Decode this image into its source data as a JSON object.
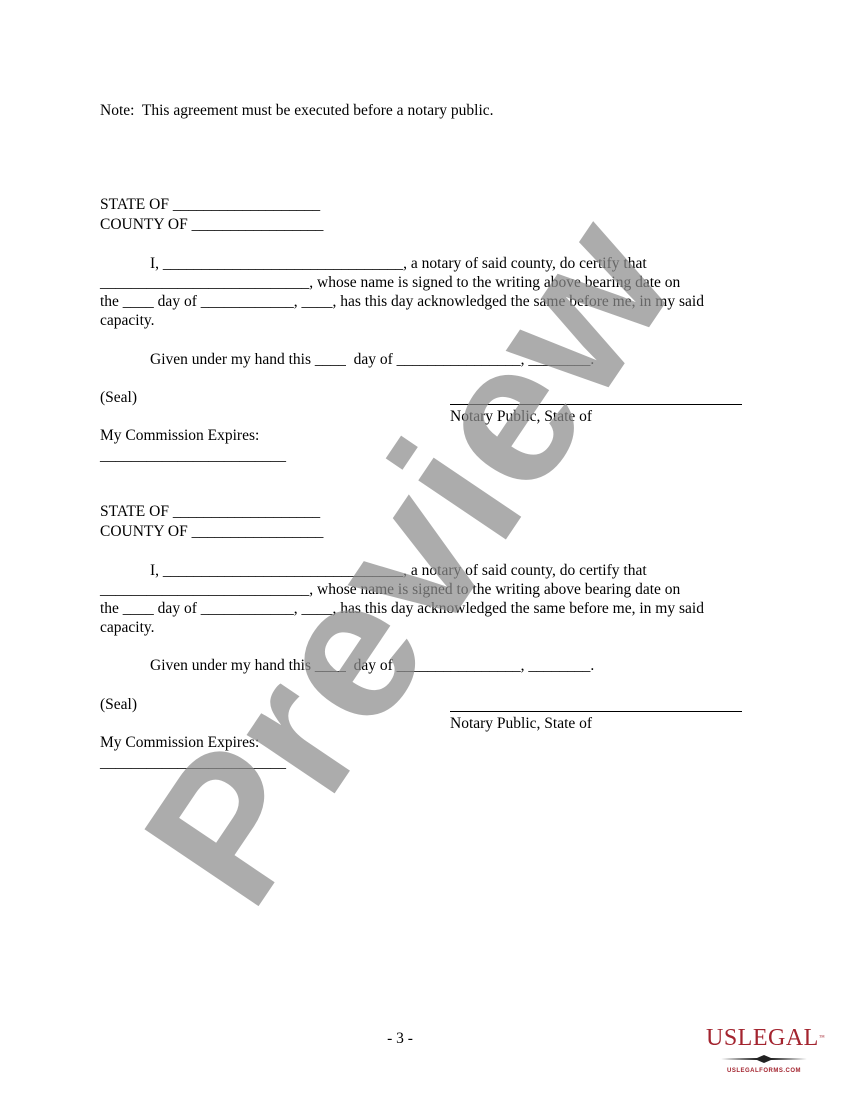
{
  "note": "Note:  This agreement must be executed before a notary public.",
  "blocks": [
    {
      "state": "STATE OF ___________________",
      "county": "COUNTY OF _________________",
      "line1": "I, _______________________________, a notary of said county, do certify that",
      "line2": "___________________________, whose name is signed to the writing above bearing date on",
      "line3": "the ____ day of ____________, ____, has this day acknowledged the same before me, in my said",
      "line4": "capacity.",
      "given": "Given under my hand this ____  day of ________________, ________.",
      "seal": "(Seal)",
      "notary": "Notary Public, State of",
      "commission": "My Commission Expires:",
      "commission_blank": "________________________"
    },
    {
      "state": "STATE OF ___________________",
      "county": "COUNTY OF _________________",
      "line1": "I, _______________________________, a notary of said county, do certify that",
      "line2": "___________________________, whose name is signed to the writing above bearing date on",
      "line3": "the ____ day of ____________, ____, has this day acknowledged the same before me, in my said",
      "line4": "capacity.",
      "given": "Given under my hand this ____  day of ________________, ________.",
      "seal": "(Seal)",
      "notary": "Notary Public, State of",
      "commission": "My Commission Expires:",
      "commission_blank": "________________________"
    }
  ],
  "page_number": "- 3 -",
  "watermark": "Preview",
  "logo": {
    "brand": "USLEGAL",
    "tm": "™",
    "url": "USLEGALFORMS.COM",
    "color": "#a3242f"
  }
}
